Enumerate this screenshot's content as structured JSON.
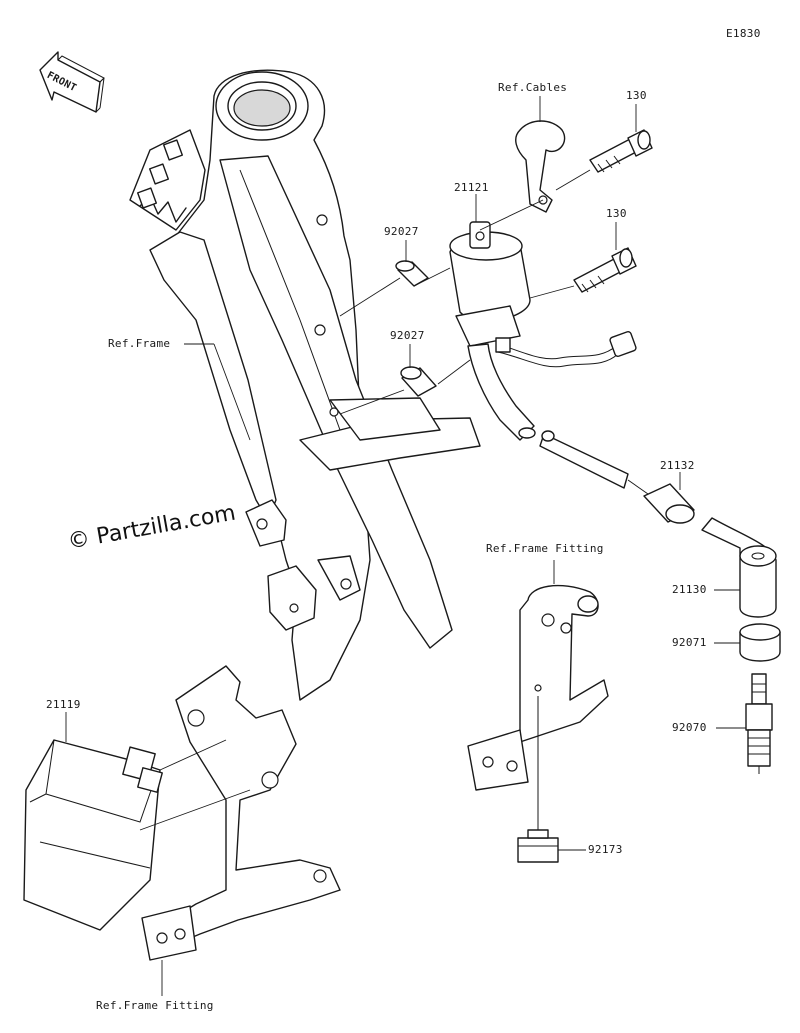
{
  "diagram_code": "E1830",
  "watermark": "© Partzilla.com",
  "front_arrow": {
    "label": "FRONT"
  },
  "callouts": [
    {
      "id": "ref-cables",
      "text": "Ref.Cables"
    },
    {
      "id": "p130a",
      "text": "130"
    },
    {
      "id": "p21121",
      "text": "21121"
    },
    {
      "id": "p130b",
      "text": "130"
    },
    {
      "id": "p92027a",
      "text": "92027"
    },
    {
      "id": "p92027b",
      "text": "92027"
    },
    {
      "id": "ref-frame",
      "text": "Ref.Frame"
    },
    {
      "id": "p21132",
      "text": "21132"
    },
    {
      "id": "ref-frame-fitting-1",
      "text": "Ref.Frame Fitting"
    },
    {
      "id": "p21130",
      "text": "21130"
    },
    {
      "id": "p92071",
      "text": "92071"
    },
    {
      "id": "p21119",
      "text": "21119"
    },
    {
      "id": "p92070",
      "text": "92070"
    },
    {
      "id": "p92173",
      "text": "92173"
    },
    {
      "id": "ref-frame-fitting-2",
      "text": "Ref.Frame Fitting"
    }
  ],
  "colors": {
    "ink": "#1a1a1a",
    "background": "#ffffff"
  }
}
